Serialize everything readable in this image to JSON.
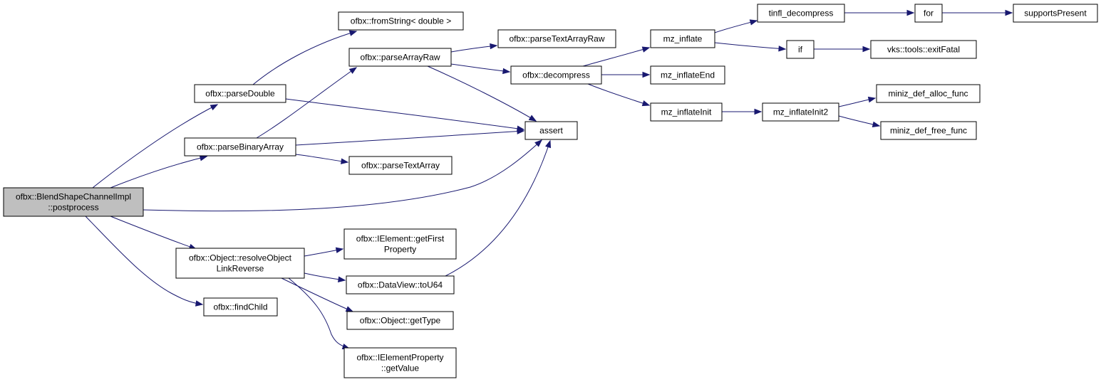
{
  "diagram": {
    "colors": {
      "edge": "#191970",
      "root_fill": "#bfbfbf",
      "node_fill": "#ffffff",
      "node_border": "#000000"
    },
    "nodes": {
      "root": [
        "ofbx::BlendShapeChannelImpl",
        "::postprocess"
      ],
      "parseDouble": [
        "ofbx::parseDouble"
      ],
      "fromString": [
        "ofbx::fromString< double >"
      ],
      "parseBinaryArray": [
        "ofbx::parseBinaryArray"
      ],
      "parseArrayRaw": [
        "ofbx::parseArrayRaw"
      ],
      "parseTextArrayRaw": [
        "ofbx::parseTextArrayRaw"
      ],
      "decompress": [
        "ofbx::decompress"
      ],
      "assert": [
        "assert"
      ],
      "parseTextArray": [
        "ofbx::parseTextArray"
      ],
      "mz_inflate": [
        "mz_inflate"
      ],
      "mz_inflateEnd": [
        "mz_inflateEnd"
      ],
      "mz_inflateInit": [
        "mz_inflateInit"
      ],
      "mz_inflateInit2": [
        "mz_inflateInit2"
      ],
      "tinfl_decompress": [
        "tinfl_decompress"
      ],
      "if": [
        "if"
      ],
      "for": [
        "for"
      ],
      "supportsPresent": [
        "supportsPresent"
      ],
      "exitFatal": [
        "vks::tools::exitFatal"
      ],
      "alloc_func": [
        "miniz_def_alloc_func"
      ],
      "free_func": [
        "miniz_def_free_func"
      ],
      "resolveObject": [
        "ofbx::Object::resolveObject",
        "LinkReverse"
      ],
      "findChild": [
        "ofbx::findChild"
      ],
      "getFirstProperty": [
        "ofbx::IElement::getFirst",
        "Property"
      ],
      "toU64": [
        "ofbx::DataView::toU64"
      ],
      "getType": [
        "ofbx::Object::getType"
      ],
      "getValue": [
        "ofbx::IElementProperty",
        "::getValue"
      ]
    }
  }
}
